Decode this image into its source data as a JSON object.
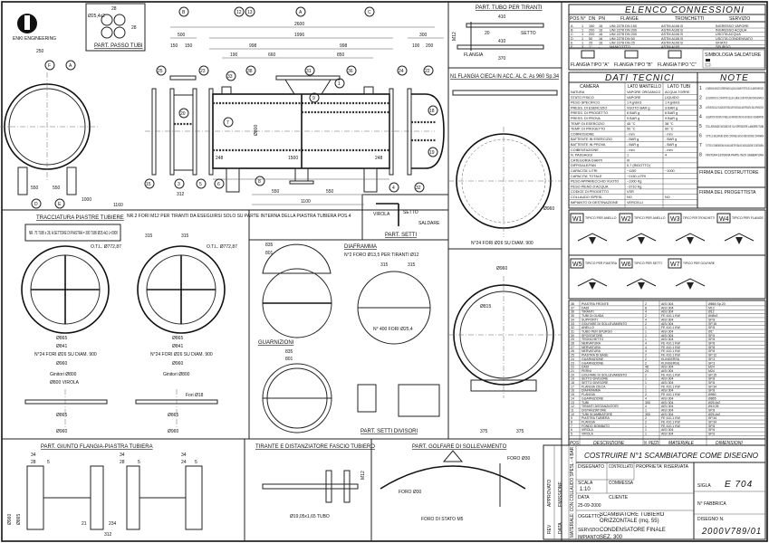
{
  "logo": {
    "caption": "ENKI ENGINEERING"
  },
  "passo_tubi": {
    "title": "PART. PASSO TUBI",
    "pitch": "28",
    "tube": "Ø25,4x2"
  },
  "main_view": {
    "markers": [
      "B",
      "C",
      "A",
      "F",
      "D",
      "E"
    ],
    "dims": {
      "overall": "2600",
      "between": "1996",
      "half_l": "998",
      "half_r": "998",
      "left_ch": "500",
      "left_a": "150",
      "left_b": "150",
      "right_ch": "300",
      "right_a": "100",
      "right_b": "200",
      "n1": "190",
      "n2": "660",
      "n3": "850",
      "shell_id": "Ø800",
      "c1": "248",
      "c2": "1500",
      "c3": "248",
      "s1": "550",
      "s2": "550",
      "s3": "1100",
      "base": "312",
      "side": "250",
      "side_h": "1000",
      "sep": "1160",
      "side_w1": "550",
      "side_w2": "550"
    },
    "balloons": [
      "25",
      "23",
      "15",
      "3",
      "5",
      "6",
      "12",
      "13",
      "33",
      "38",
      "31",
      "1",
      "36",
      "24",
      "22",
      "9",
      "7",
      "8",
      "4",
      "32",
      "18",
      "19",
      "20"
    ]
  },
  "tubo_tiranti": {
    "title": "PART. TUBO PER TIRANTI",
    "d1": "410",
    "d2": "20",
    "d3": "410",
    "d4": "370",
    "label_setto": "SETTO",
    "label_flangia": "FLANGIA",
    "m": "M12"
  },
  "flangia_cieca": {
    "title": "N1 FLANGIA CIECA IN ACC. AL C. As 960 Sp.34",
    "holes": "N°24 FORI Ø26 SU DIAM. 900",
    "d_out": "Ø960"
  },
  "setti": {
    "title": "PART. SETTI",
    "virola": "VIROLA",
    "setto": "SETTO",
    "saldare": "SALDARE"
  },
  "tracciatura": {
    "title": "TRACCIATURA PIASTRE TUBIERE",
    "note": "NR. 75 TUBI x 28, A SETTORE DI PIASTRA = 300 TUBI Ø25,4x2 L=2000",
    "fori_title": "NR.2 FORI M12 PER TIRANTI DA ESEGUIRSI SOLO SU PARTE INTERNA DELLA PIASTRA TUBIERA POS.4",
    "otl1": "O.T.L. Ø772,87",
    "otl2": "O.T.L. Ø772,87",
    "d865": "Ø865",
    "d841": "Ø841",
    "d960": "Ø960",
    "holes": "N°24 FORI Ø26 SU DIAM. 900",
    "gin1": "Ginitori Ø800",
    "gin1b": "Ø800 VIROLA",
    "gin2": "Ginitori Ø800",
    "gin2b": "Fori Ø18",
    "w315a": "315",
    "w315b": "315"
  },
  "diaframma": {
    "title": "DIAFRAMMA",
    "note": "N°2 FORO Ø13,5 PER TIRANTI Ø12",
    "d1": "835",
    "d2": "801",
    "d3": "315",
    "d4": "315",
    "gasket": "GUARNIZIONI",
    "d5": "835",
    "d6": "801",
    "holes": "N° 400 FORI Ø25,4"
  },
  "setti_divisori": {
    "title": "PART. SETTI DIVISORI"
  },
  "flangia_dx": {
    "d1": "Ø815",
    "d2": "Ø960",
    "d3": "375",
    "d4": "375"
  },
  "giunto": {
    "title": "PART. GIUNTO FLANGIA-PIASTRA TUBIERA",
    "dims": [
      "34",
      "28",
      "5",
      "34",
      "28",
      "5",
      "34",
      "24",
      "5",
      "234",
      "21",
      "312",
      "Ø960",
      "Ø865"
    ]
  },
  "tirante": {
    "title": "TIRANTE E DISTANZIATORE FASCIO TUBIERO",
    "tube": "Ø19,05x1,65 TUBO",
    "m": "M12"
  },
  "golfare": {
    "title": "PART. GOLFARE DI SOLLEVAMENTO",
    "foro1": "FORO Ø30",
    "foro2": "FORO DI STATO M5",
    "foro3": "FORO Ø30"
  },
  "connessioni": {
    "title": "ELENCO CONNESSIONI",
    "headers": [
      "POS",
      "N°",
      "DN",
      "PN",
      "FLANGE",
      "TRONCHETTI",
      "SERVIZIO"
    ],
    "rows": [
      [
        "A",
        "1",
        "150",
        "16",
        "UNI 2278 DN 150",
        "ASTM A106 B",
        "INGRESSO VAPORE"
      ],
      [
        "B",
        "1",
        "200",
        "16",
        "UNI 2278 DN 200",
        "ASTM A106 B",
        "INGRESSO ACQUA"
      ],
      [
        "C",
        "1",
        "200",
        "16",
        "UNI 2278 DN 200",
        "ASTM A106 B",
        "USCITA ACQUA"
      ],
      [
        "D",
        "1",
        "50",
        "16",
        "UNI 2278 DN 50",
        "ASTM A106 B",
        "USCITA CONDENSATO"
      ],
      [
        "E",
        "1",
        "25",
        "16",
        "UNI 2278 DN 25",
        "ASTM A106 B",
        "SFIATO"
      ],
      [
        "F",
        "3",
        "1\"",
        "-",
        "MANICOTTO",
        "ASTM A105",
        "SPURGO"
      ]
    ],
    "flange_a": "FLANGIA TIPO \"A\"",
    "flange_b": "FLANGIA TIPO \"B\"",
    "flange_c": "FLANGIA TIPO \"C\"",
    "legend": "SIMBOLOGIA SALDATURE"
  },
  "dati_tecnici": {
    "title": "DATI TECNICI",
    "cols": [
      "CAMERA",
      "LATO MANTELLO",
      "LATO TUBI"
    ],
    "rows": [
      [
        "NATURA",
        "VAPORE ORGANICO",
        "ACQUA TORRE"
      ],
      [
        "STATO FISICO",
        "VAPORE",
        "LIQUIDO"
      ],
      [
        "PESO SPECIFICO",
        "1  Kg/dm3",
        "1  Kg/dm3"
      ],
      [
        "PRESS. DI ESERCIZIO",
        "VUOTO  BAR g",
        "3  BAR g"
      ],
      [
        "PRESS. DI PROGETTO",
        "6  BAR g",
        "6  BAR g"
      ],
      [
        "PRESS. DI PROVA",
        "9  BAR g",
        "9  BAR g"
      ],
      [
        "TEMP. DI ESERCIZIO",
        "45  °C",
        "38  °C"
      ],
      [
        "TEMP. DI PROGETTO",
        "50  °C",
        "50  °C"
      ],
      [
        "CORROSIONE",
        "-  mm",
        "-  mm"
      ],
      [
        "BATTENTE IN ESERCIZIO",
        "-  BAR g",
        "-  BAR g"
      ],
      [
        "BATTENTE IN PROVA",
        "-  BAR g",
        "-  BAR g"
      ],
      [
        "COIBENTAZIONE",
        "-  mm",
        "-  mm"
      ],
      [
        "N. PASSAGGI",
        "1",
        "4"
      ],
      [
        "CATEGORIA DIARTI",
        "III",
        ""
      ],
      [
        "DIFFIDALE/FAN",
        "0,7 (RIDOTTO)",
        ""
      ],
      [
        "CAPACITA'  LITRI",
        "~1150",
        "~1000"
      ],
      [
        "CAPACITA' TOTALE",
        "~2150 LITRI",
        ""
      ],
      [
        "PESO APPARECCHIO VUOTO",
        "~1900 Kg",
        ""
      ],
      [
        "PESO PIENO D'ACQUA",
        "~3710 Kg",
        ""
      ],
      [
        "CODICE DI PROGETTO",
        "VSR",
        ""
      ],
      [
        "COLLAUDO ISPESL",
        "NO",
        "NO"
      ],
      [
        "IMPIANTO DI DESTINAZIONE",
        "VERCELLI",
        ""
      ]
    ]
  },
  "note": {
    "title": "NOTE",
    "items": [
      "LE DIMENSIONI INDICATE CORRISPONDONO A QUELLE MINIME EFFETTIVE DELLE LAMIERE IMPIEGATE",
      "LE SUPERFICI DI CONTATTO DELLE FLANGE CON FINITURA FONOGRAFICA",
      "LA FORATURA DELLE FLANGE DEVE RISULTARE FUORI DAGLI ASSI PRINCIPALI DELL'APPARECCHIO",
      "LE QUANTITA' INDICATE IN TABELLA SI RIFERISCONO AD UN SINGOLO SCAMBIATORE",
      "TOLLERANZE NEGATIVE SU SPESSORE LAMIERE/TUBI",
      "TUTTE LE SALDATURE SONO CONTINUE SALVO INDICAZIONE CONTRARIA",
      "TUTTE LE DIMENSIONI IN MILLIMETRI SALVO INDICAZIONE CONTRARIA",
      "FINITURA ESTERNA PARTE INOX SABBIATURA"
    ],
    "firma_costruttore": "FIRMA DEL COSTRUTTORE",
    "firma_progettista": "FIRMA DEL PROGETTISTA"
  },
  "welds": {
    "labels": [
      "W1",
      "W2",
      "W3",
      "W4",
      "W5",
      "W6",
      "W7"
    ],
    "captions": [
      "TIPICO PER ANELLO",
      "TIPICO PER ANELLO",
      "TIPICO PER TRONCHETTI",
      "TIPICO PER FLANGE",
      "TIPICO PER PIASTRA",
      "TIPICO PER SETTI",
      "TIPICO PER GOLFARE"
    ]
  },
  "distinta": {
    "headers": [
      "POS",
      "DESCRIZIONE",
      "N. PEZZI",
      "MATERIALE",
      "DIMENSIONI"
    ],
    "rows": [
      [
        "38",
        "PIASTRA FRONTE",
        "2",
        "AISI 304",
        "Ø865 Sp.20"
      ],
      [
        "37",
        "DADI",
        "8",
        "AISI 304",
        "M12"
      ],
      [
        "36",
        "TIRANTI",
        "4",
        "AISI 304",
        "Ø12"
      ],
      [
        "35",
        "TUBI DI GUIDA",
        "2",
        "FE 410.1 KW",
        "Ø48x3"
      ],
      [
        "34",
        "SUPPORTI",
        "4",
        "AISI 304",
        "SP.8"
      ],
      [
        "33",
        "GOLFARE DI SOLLEVAMENTO",
        "2",
        "AISI 304",
        "SP.15"
      ],
      [
        "32",
        "ANELLO",
        "1",
        "FE 410.1 KW",
        "SP.8"
      ],
      [
        "31",
        "TUBO PER SPURGO",
        "1",
        "AISI 304",
        "Ø1\""
      ],
      [
        "30",
        "SPOSTATORE",
        "1",
        "AISI 304",
        "SP.5"
      ],
      [
        "29",
        "TRONCHETTO",
        "1",
        "AISI 304",
        "SP.8"
      ],
      [
        "28",
        "NERVATURA",
        "4",
        "FE 410.1 KW",
        "SP.8"
      ],
      [
        "27",
        "NERVATURA",
        "4",
        "FE 410.1 KW",
        "SP.8"
      ],
      [
        "26",
        "NERVATURA",
        "4",
        "FE 410.1 KW",
        "SP.8"
      ],
      [
        "25",
        "PIASTRA DI BASE",
        "2",
        "FE 410.1 KW",
        "SP.12"
      ],
      [
        "24",
        "GUARNIZIONE",
        "2",
        "KLINGERSIL",
        "SP.3"
      ],
      [
        "23",
        "GUARNIZIONE",
        "2",
        "KLINGERSIL",
        "SP.3"
      ],
      [
        "22",
        "DADI",
        "48",
        "AISI 304",
        "M24"
      ],
      [
        "21",
        "PERNI",
        "24",
        "AISI 304",
        "M24"
      ],
      [
        "20",
        "GOLFARE DI SOLLEVAMENTO",
        "2",
        "FE 410.1 KW",
        "SP.15"
      ],
      [
        "19",
        "SETTO DIVISORE",
        "1",
        "AISI 304",
        "SP.8"
      ],
      [
        "18",
        "SETTO DIVISORE",
        "1",
        "AISI 304",
        "SP.8"
      ],
      [
        "17",
        "FLANGIA CIECA",
        "1",
        "FE 410.1 KW",
        "SP.34"
      ],
      [
        "16",
        "DIAFRAMMA",
        "1",
        "AISI 304",
        "SP.8"
      ],
      [
        "15",
        "FLANGIA",
        "2",
        "FE 410.1 KW",
        "Ø960"
      ],
      [
        "14",
        "GUARNIZIONE",
        "4",
        "AISI 304",
        "Ø865"
      ],
      [
        "13",
        "TUBI",
        "300",
        "AISI 304",
        "Ø25,4x2"
      ],
      [
        "12",
        "TIRANTI DISTANZIATORI",
        "4",
        "AISI 304",
        "Ø19,05"
      ],
      [
        "11",
        "DISTANZIATORE",
        "1",
        "AISI 304",
        "SP.8"
      ],
      [
        "10",
        "TUBI SCAMBIATORE",
        "300",
        "AISI 304",
        "Ø25,4x2"
      ],
      [
        "9",
        "PIASTRA TUBIERA",
        "2",
        "FE 410.1 KW",
        "SP.34"
      ],
      [
        "8",
        "FLANGIA",
        "2",
        "FE 410.1 KW",
        "SP.34"
      ],
      [
        "7",
        "FONDO BOMBATO",
        "1",
        "FE 410.1 KW",
        "SP.8"
      ],
      [
        "6",
        "VIROLA",
        "1",
        "AISI 304",
        "SP.6"
      ],
      [
        "5",
        "VIROLA",
        "1",
        "AISI 304",
        "SP.6"
      ]
    ]
  },
  "cartiglio": {
    "costruire": "COSTRUIRE N°1 SCAMBIATORE COME DISEGNO",
    "disegnato": "DISEGNATO",
    "controllato": "CONTROLLATO",
    "proprieta": "PROPRIETA' RISERVATA",
    "scala_label": "SCALA",
    "scala": "1:10",
    "commessa": "COMMESSA",
    "data_label": "DATA",
    "data": "25-09-2000",
    "cliente": "CLIENTE",
    "sigla_label": "SIGLA",
    "sigla": "E 704",
    "fabbrica_label": "N° FABBRICA",
    "oggetto_label": "OGGETTO:",
    "oggetto": "SCAMBIATORE TUBIERO ORIZZONTALE (mq. 55)",
    "servizio_label": "SERVIZIO:",
    "servizio": "CONDENSATORE FINALE",
    "impianto_label": "IMPIANTO:",
    "impianto": "SEZ. 300",
    "disegno_label": "DISEGNO N.",
    "disegno": "2000V789/01",
    "revisioni": [
      "APPROVATO",
      "EMISSIONE",
      "DATA",
      "REV"
    ],
    "side": "MATERIALE: CON COLLAUDO SPESL - 4 BAR"
  }
}
